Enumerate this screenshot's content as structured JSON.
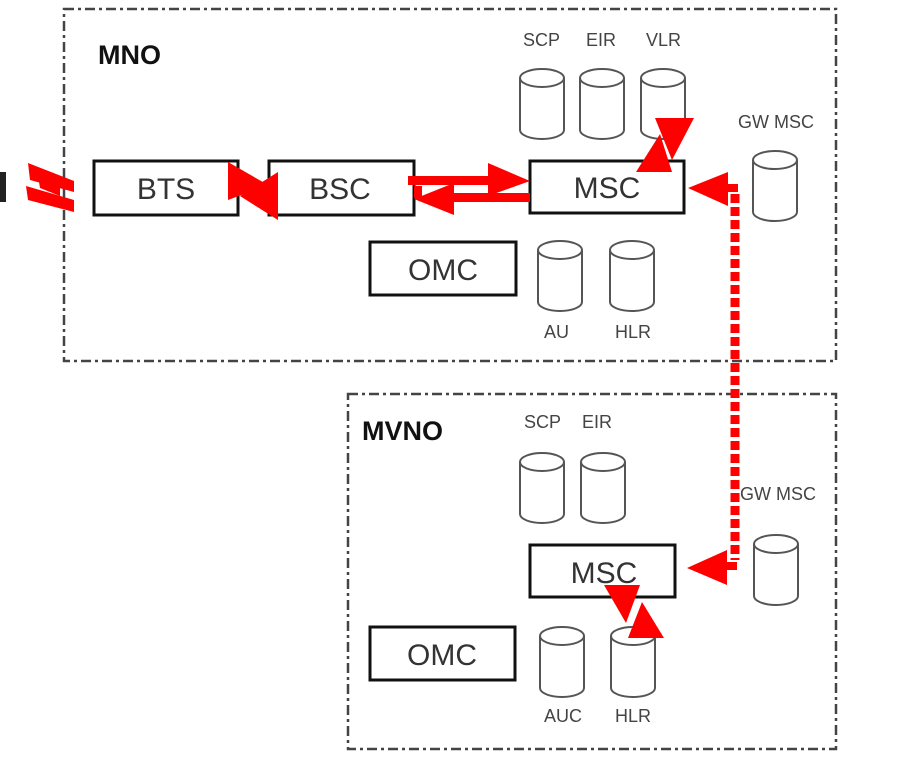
{
  "colors": {
    "arrow": "#ff0000",
    "border": "#333333",
    "box": "#111111"
  },
  "mno": {
    "title": "MNO",
    "nodes": {
      "bts": "BTS",
      "bsc": "BSC",
      "msc": "MSC",
      "omc": "OMC"
    },
    "databases": {
      "scp": "SCP",
      "eir": "EIR",
      "vlr": "VLR",
      "gw_msc": "GW MSC",
      "au": "AU",
      "hlr": "HLR"
    }
  },
  "mvno": {
    "title": "MVNO",
    "nodes": {
      "msc": "MSC",
      "omc": "OMC"
    },
    "databases": {
      "scp": "SCP",
      "eir": "EIR",
      "gw_msc": "GW MSC",
      "auc": "AUC",
      "hlr": "HLR"
    }
  }
}
